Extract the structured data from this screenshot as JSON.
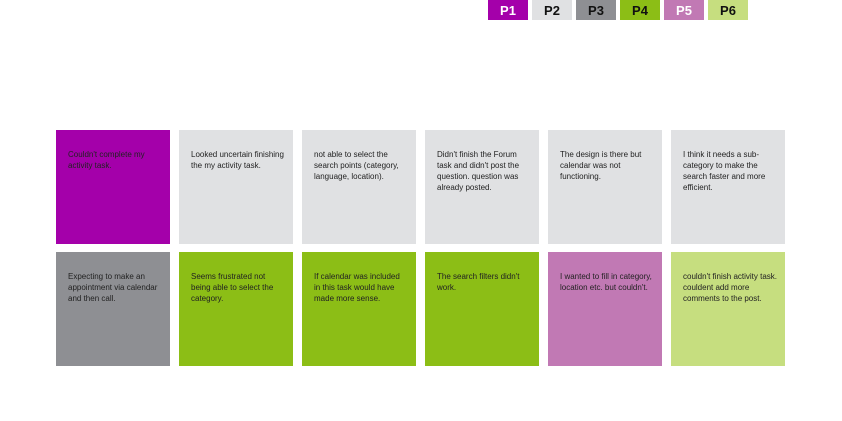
{
  "legend": [
    {
      "label": "P1",
      "color": "#A400AA",
      "text_color": "#FFFFFF"
    },
    {
      "label": "P2",
      "color": "#E0E1E3",
      "text_color": "#111111"
    },
    {
      "label": "P3",
      "color": "#8E8F93",
      "text_color": "#111111"
    },
    {
      "label": "P4",
      "color": "#8CBE16",
      "text_color": "#111111"
    },
    {
      "label": "P5",
      "color": "#C179B4",
      "text_color": "#FFFFFF"
    },
    {
      "label": "P6",
      "color": "#C6DE7F",
      "text_color": "#111111"
    }
  ],
  "notes": [
    {
      "participant": "P1",
      "color": "#A400AA",
      "text": "Couldn't complete  my activity task."
    },
    {
      "participant": "P2",
      "color": "#E0E1E3",
      "text": "Looked uncertain finishing the my activity task."
    },
    {
      "participant": "P2",
      "color": "#E0E1E3",
      "text": "not able to select the search points (category, language, location)."
    },
    {
      "participant": "P2",
      "color": "#E0E1E3",
      "text": "Didn't finish the Forum task and didn't post the question. question was already posted."
    },
    {
      "participant": "P2",
      "color": "#E0E1E3",
      "text": "The design is there but calendar was not functioning."
    },
    {
      "participant": "P2",
      "color": "#E0E1E3",
      "text": "I think it needs a sub-category to make the search faster and more efficient."
    },
    {
      "participant": "P3",
      "color": "#8E8F93",
      "text": "Expecting to make an appointment via calendar and then call."
    },
    {
      "participant": "P4",
      "color": "#8CBE16",
      "text": "Seems frustrated not being able to select the category."
    },
    {
      "participant": "P4",
      "color": "#8CBE16",
      "text": "If calendar was included in this task would have made more sense."
    },
    {
      "participant": "P4",
      "color": "#8CBE16",
      "text": "The search filters didn't work."
    },
    {
      "participant": "P5",
      "color": "#C179B4",
      "text": "I wanted to fill in category, location etc. but couldn't."
    },
    {
      "participant": "P6",
      "color": "#C6DE7F",
      "text": "couldn't finish activity task. couldent add more comments to the post."
    }
  ]
}
